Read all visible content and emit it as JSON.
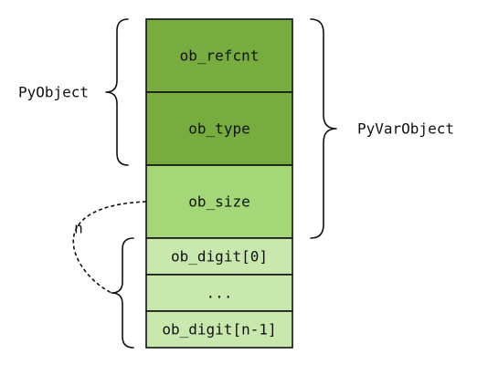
{
  "diagram": {
    "cells": [
      {
        "key": "refcnt",
        "label": "ob_refcnt",
        "color": "#76ad3e"
      },
      {
        "key": "type",
        "label": "ob_type",
        "color": "#76ad3e"
      },
      {
        "key": "size",
        "label": "ob_size",
        "color": "#a3d777"
      },
      {
        "key": "digit0",
        "label": "ob_digit[0]",
        "color": "#c8e8ad"
      },
      {
        "key": "ellipsis",
        "label": "...",
        "color": "#c8e8ad"
      },
      {
        "key": "digitn",
        "label": "ob_digit[n-1]",
        "color": "#c8e8ad"
      }
    ],
    "groups": {
      "pyobject": "PyObject",
      "pyvarobject": "PyVarObject"
    },
    "count_label": "n"
  }
}
